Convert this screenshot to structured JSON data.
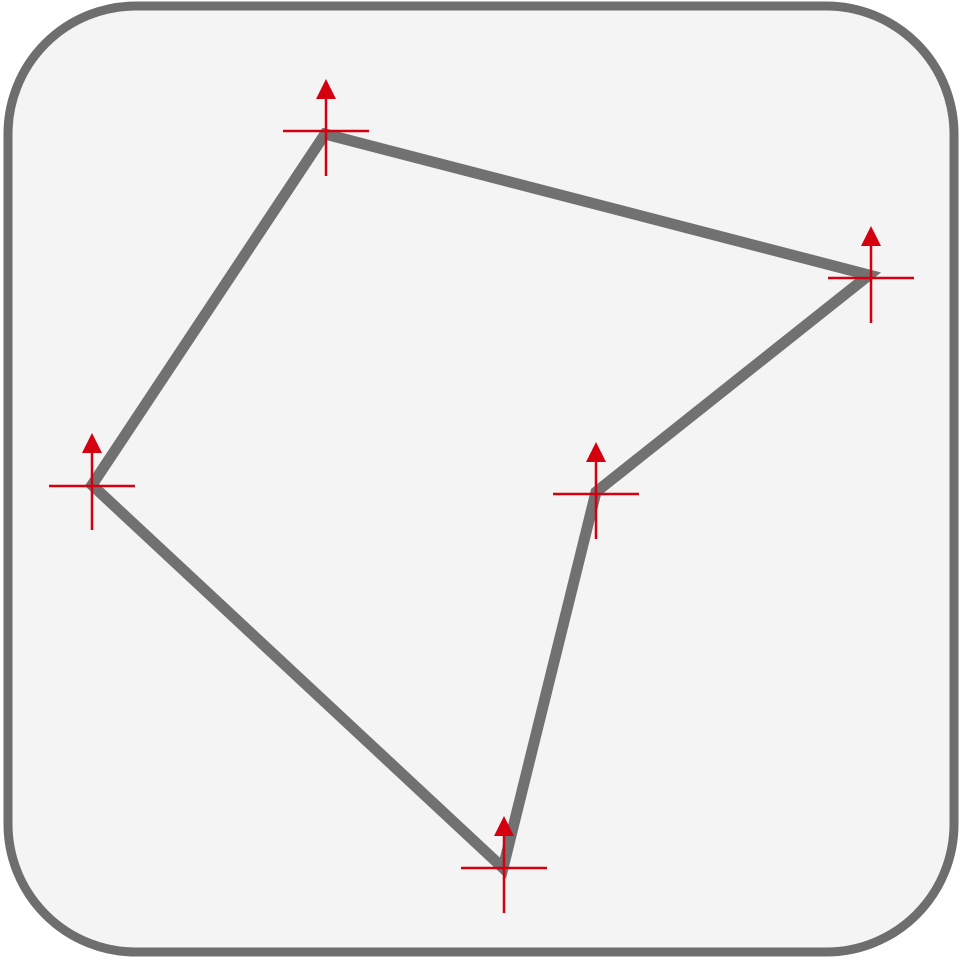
{
  "icon": {
    "name": "polyline-vertex-tool",
    "colors": {
      "background": "#f4f4f4",
      "frame": "#6f6e6e",
      "polygon_line": "#727171",
      "marker": "#d4000f"
    },
    "vertex_count": 5,
    "marker_style": "crosshair-with-up-arrow"
  }
}
